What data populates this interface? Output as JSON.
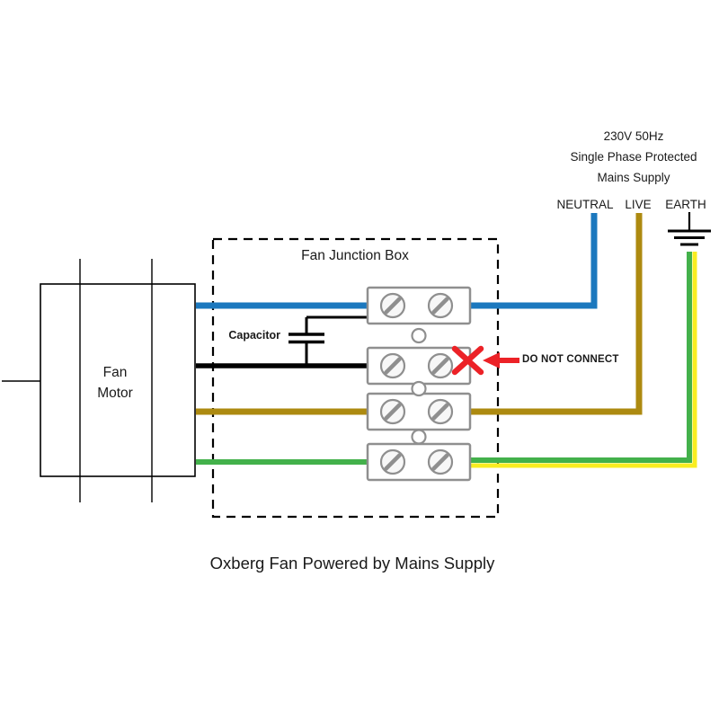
{
  "supply": {
    "info_line1": "230V 50Hz",
    "info_line2": "Single Phase Protected",
    "info_line3": "Mains Supply",
    "neutral_label": "NEUTRAL",
    "live_label": "LIVE",
    "earth_label": "EARTH"
  },
  "junction_box": {
    "label": "Fan Junction Box"
  },
  "motor": {
    "label_line1": "Fan",
    "label_line2": "Motor"
  },
  "capacitor": {
    "label": "Capacitor"
  },
  "warning": {
    "label": "DO NOT CONNECT"
  },
  "caption": "Oxberg Fan Powered by Mains Supply",
  "colors": {
    "neutral_blue": "#1b78be",
    "live_brown": "#ad8a10",
    "earth_green": "#43b14b",
    "earth_yellow": "#f9ed20",
    "warning_red": "#ec2227",
    "terminal_gray": "#8f8f8f",
    "wire_black": "#000000"
  }
}
